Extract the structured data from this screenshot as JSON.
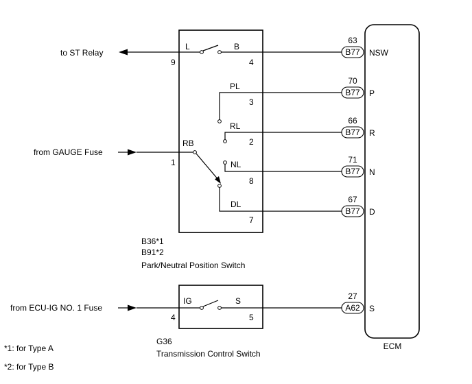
{
  "external": {
    "st_relay": "to ST Relay",
    "gauge_fuse": "from GAUGE Fuse",
    "ecu_ig_fuse": "from ECU-IG NO. 1 Fuse"
  },
  "pnp_switch": {
    "codes": [
      "B36*1",
      "B91*2"
    ],
    "name": "Park/Neutral Position Switch",
    "terminals": {
      "L": "L",
      "B": "B",
      "PL": "PL",
      "RL": "RL",
      "RB": "RB",
      "NL": "NL",
      "DL": "DL"
    },
    "pins": {
      "L": "9",
      "B": "4",
      "PL": "3",
      "RL": "2",
      "RB": "1",
      "NL": "8",
      "DL": "7"
    }
  },
  "tcs": {
    "code": "G36",
    "name": "Transmission Control Switch",
    "terminals": {
      "IG": "IG",
      "S": "S"
    },
    "pins": {
      "IG": "4",
      "S": "5"
    }
  },
  "ecm": {
    "name": "ECM",
    "rows": [
      {
        "pin": "63",
        "connector": "B77",
        "terminal": "NSW"
      },
      {
        "pin": "70",
        "connector": "B77",
        "terminal": "P"
      },
      {
        "pin": "66",
        "connector": "B77",
        "terminal": "R"
      },
      {
        "pin": "71",
        "connector": "B77",
        "terminal": "N"
      },
      {
        "pin": "67",
        "connector": "B77",
        "terminal": "D"
      },
      {
        "pin": "27",
        "connector": "A62",
        "terminal": "S"
      }
    ]
  },
  "notes": [
    "*1: for Type A",
    "*2: for Type B"
  ]
}
